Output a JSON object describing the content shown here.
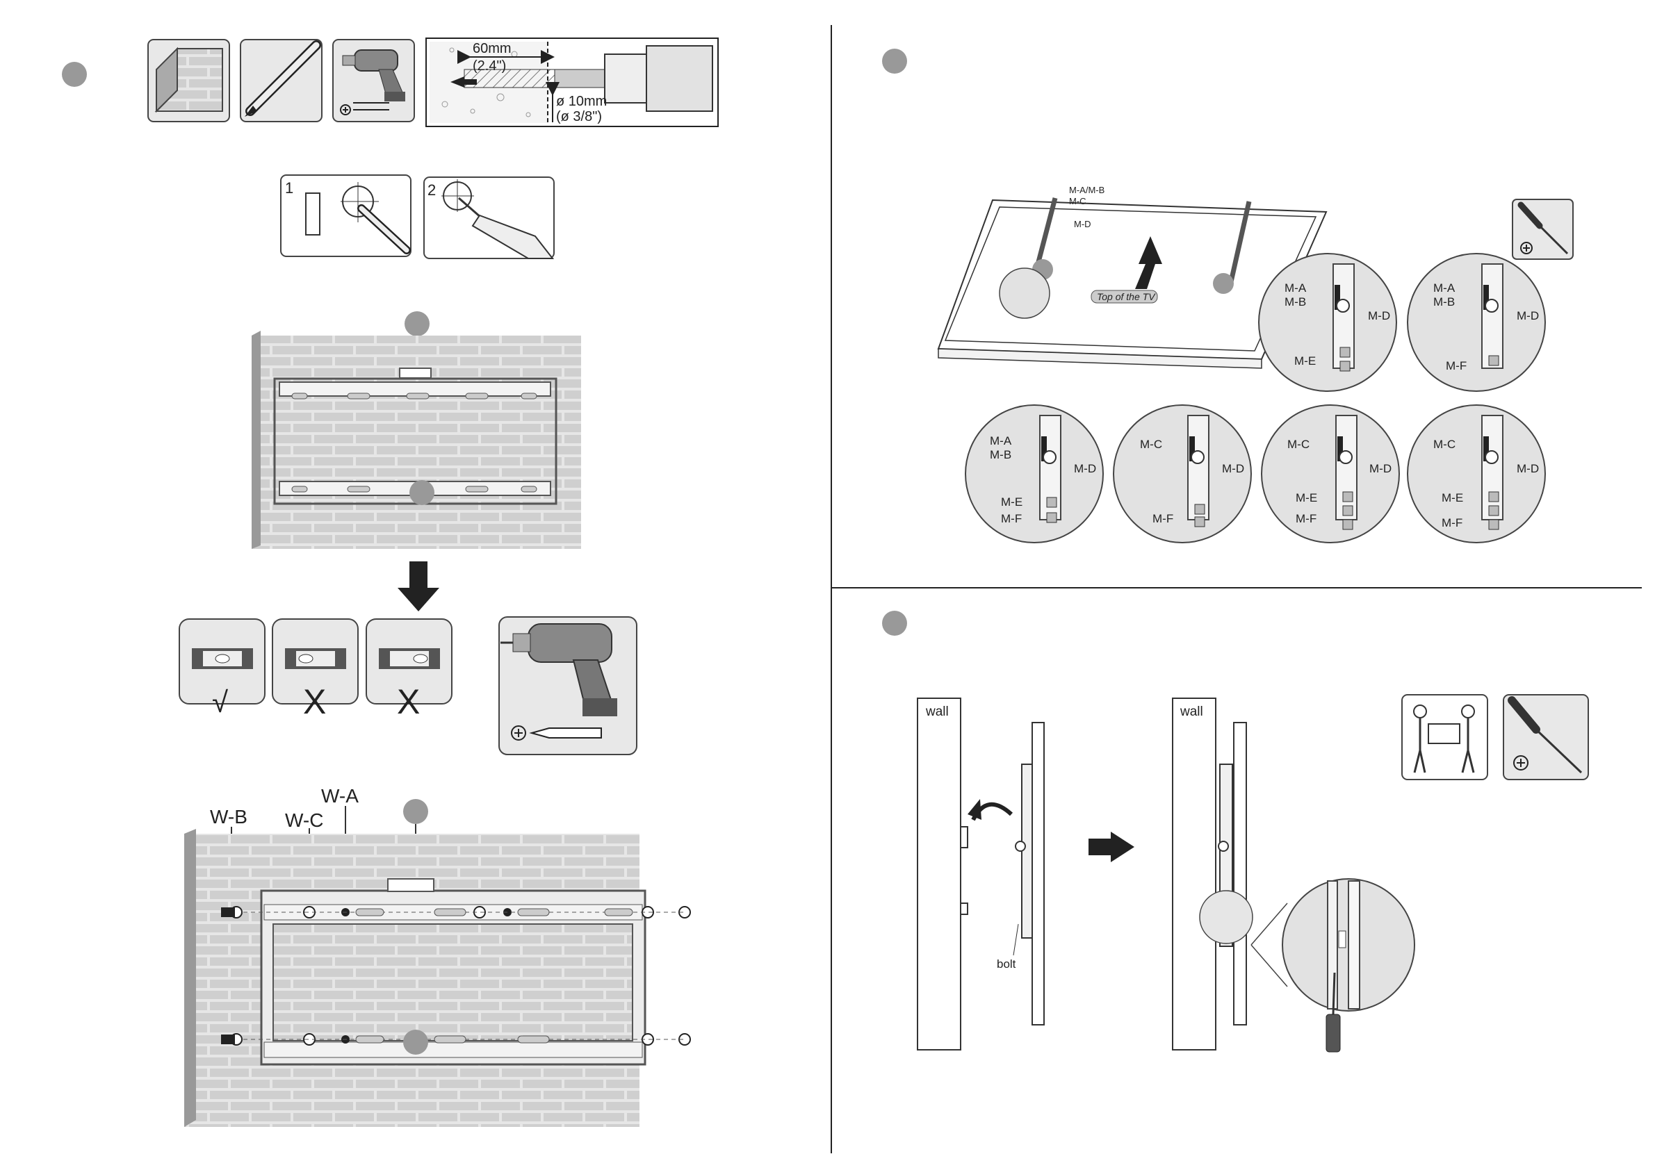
{
  "step1": {
    "depth_mm": "60mm",
    "depth_in": "(2.4\")",
    "dia_mm": "ø 10mm",
    "dia_in": "(ø 3/8\")",
    "sub1": "1",
    "sub2": "2"
  },
  "wall_labels": {
    "wa": "W-A",
    "wb": "W-B",
    "wc": "W-C"
  },
  "tv_parts": {
    "top_of_tv": "Top of the TV",
    "ma_mb": "M-A/M-B",
    "mc": "M-C",
    "md": "M-D",
    "ma": "M-A",
    "mb": "M-B",
    "me": "M-E",
    "mf": "M-F"
  },
  "hang": {
    "wall": "wall",
    "bolt": "bolt"
  },
  "level_marks": {
    "ok": "√",
    "bad": "X"
  },
  "icons": [
    "brick-wall-icon",
    "pencil-icon",
    "drill-icon",
    "phillips-screwdriver-icon",
    "two-person-lift-icon",
    "phillips-symbol-icon"
  ]
}
